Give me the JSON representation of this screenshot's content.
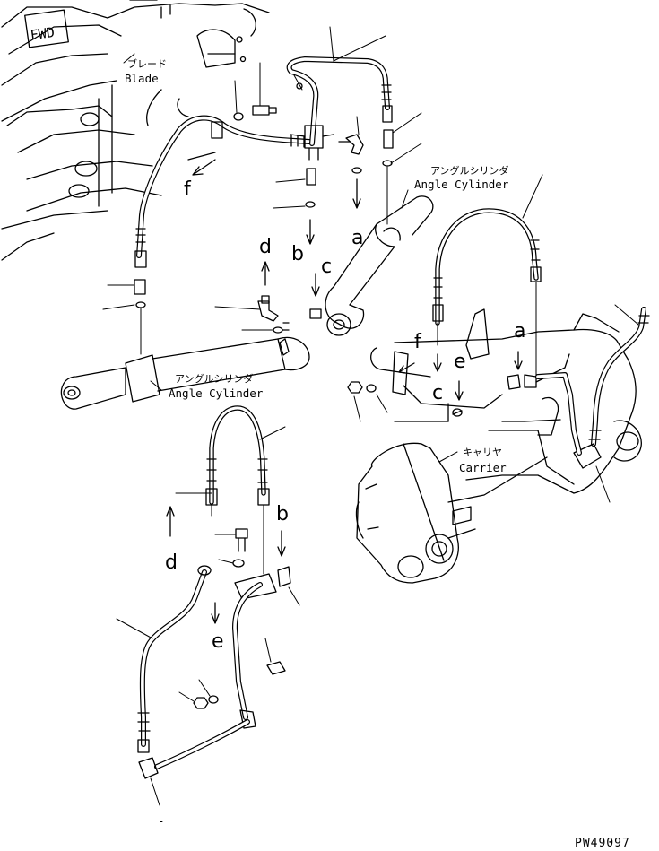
{
  "diagram": {
    "fwd_marker": "FWD",
    "labels": {
      "blade_jp": "ブレード",
      "blade_en": "Blade",
      "angle_cyl_upper_jp": "アングルシリンダ",
      "angle_cyl_upper_en": "Angle Cylinder",
      "angle_cyl_lower_jp": "アングルシリンダ",
      "angle_cyl_lower_en": "Angle Cylinder",
      "carrier_jp": "キャリヤ",
      "carrier_en": "Carrier"
    },
    "refs": {
      "a1": "a",
      "b1": "b",
      "c1": "c",
      "d1": "d",
      "f1": "f",
      "a2": "a",
      "c2": "c",
      "e2": "e",
      "f2": "f",
      "b3": "b",
      "d3": "d",
      "e3": "e"
    },
    "bottom_dash": "-",
    "drawing_code": "PW49097"
  }
}
